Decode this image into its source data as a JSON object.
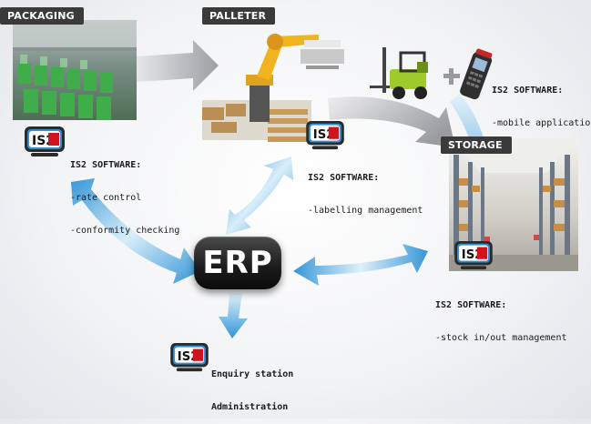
{
  "sections": {
    "packaging": {
      "title": "PACKAGING",
      "software": "IS2 SOFTWARE:",
      "lines": [
        "-rate control",
        "-conformity checking"
      ]
    },
    "palleter": {
      "title": "PALLETER",
      "software": "IS2 SOFTWARE:",
      "lines": [
        "-labelling management"
      ]
    },
    "mobile": {
      "software": "IS2 SOFTWARE:",
      "lines": [
        "-mobile application"
      ]
    },
    "storage": {
      "title": "STORAGE",
      "software": "IS2 SOFTWARE:",
      "lines": [
        "-stock in/out management"
      ]
    },
    "erp": {
      "label": "ERP"
    },
    "enquiry": {
      "lines": [
        "Enquiry station",
        "Administration"
      ]
    }
  },
  "logo_text": "IS2",
  "icons": [
    "is2-monitor-icon",
    "forklift-icon",
    "handheld-scanner-icon",
    "plus-icon"
  ],
  "colors": {
    "arrow_blue": "#4aa8e0",
    "arrow_gray": "#a9abae",
    "tab_bg": "#3a3a3a",
    "erp_bg": "#1a1a1a",
    "logo_red": "#d0141e"
  }
}
